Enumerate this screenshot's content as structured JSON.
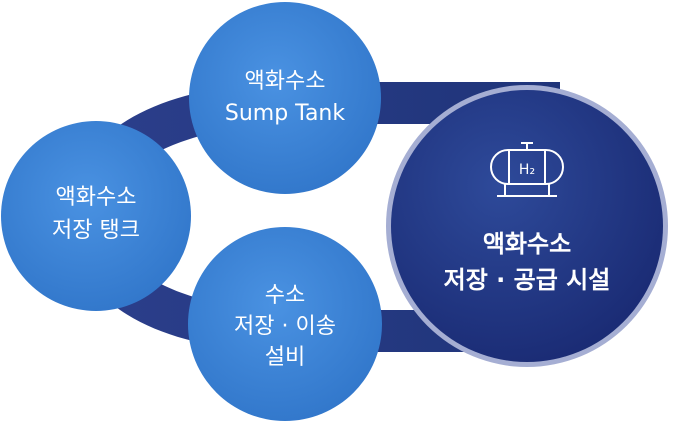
{
  "diagram": {
    "nodes": {
      "top": {
        "lines": [
          "액화수소",
          "Sump Tank"
        ]
      },
      "left": {
        "lines": [
          "액화수소",
          "저장 탱크"
        ]
      },
      "bottom": {
        "lines": [
          "수소",
          "저장 · 이송",
          "설비"
        ]
      },
      "right": {
        "lines": [
          "액화수소",
          "저장 · 공급 시설"
        ],
        "icon": "hydrogen-tank-icon",
        "icon_label": "H₂"
      }
    },
    "colors": {
      "light_node": "#3a82d6",
      "dark_node": "#2a3c8f",
      "ring": "#233a85",
      "highlight_ring": "#a5aed3"
    }
  }
}
